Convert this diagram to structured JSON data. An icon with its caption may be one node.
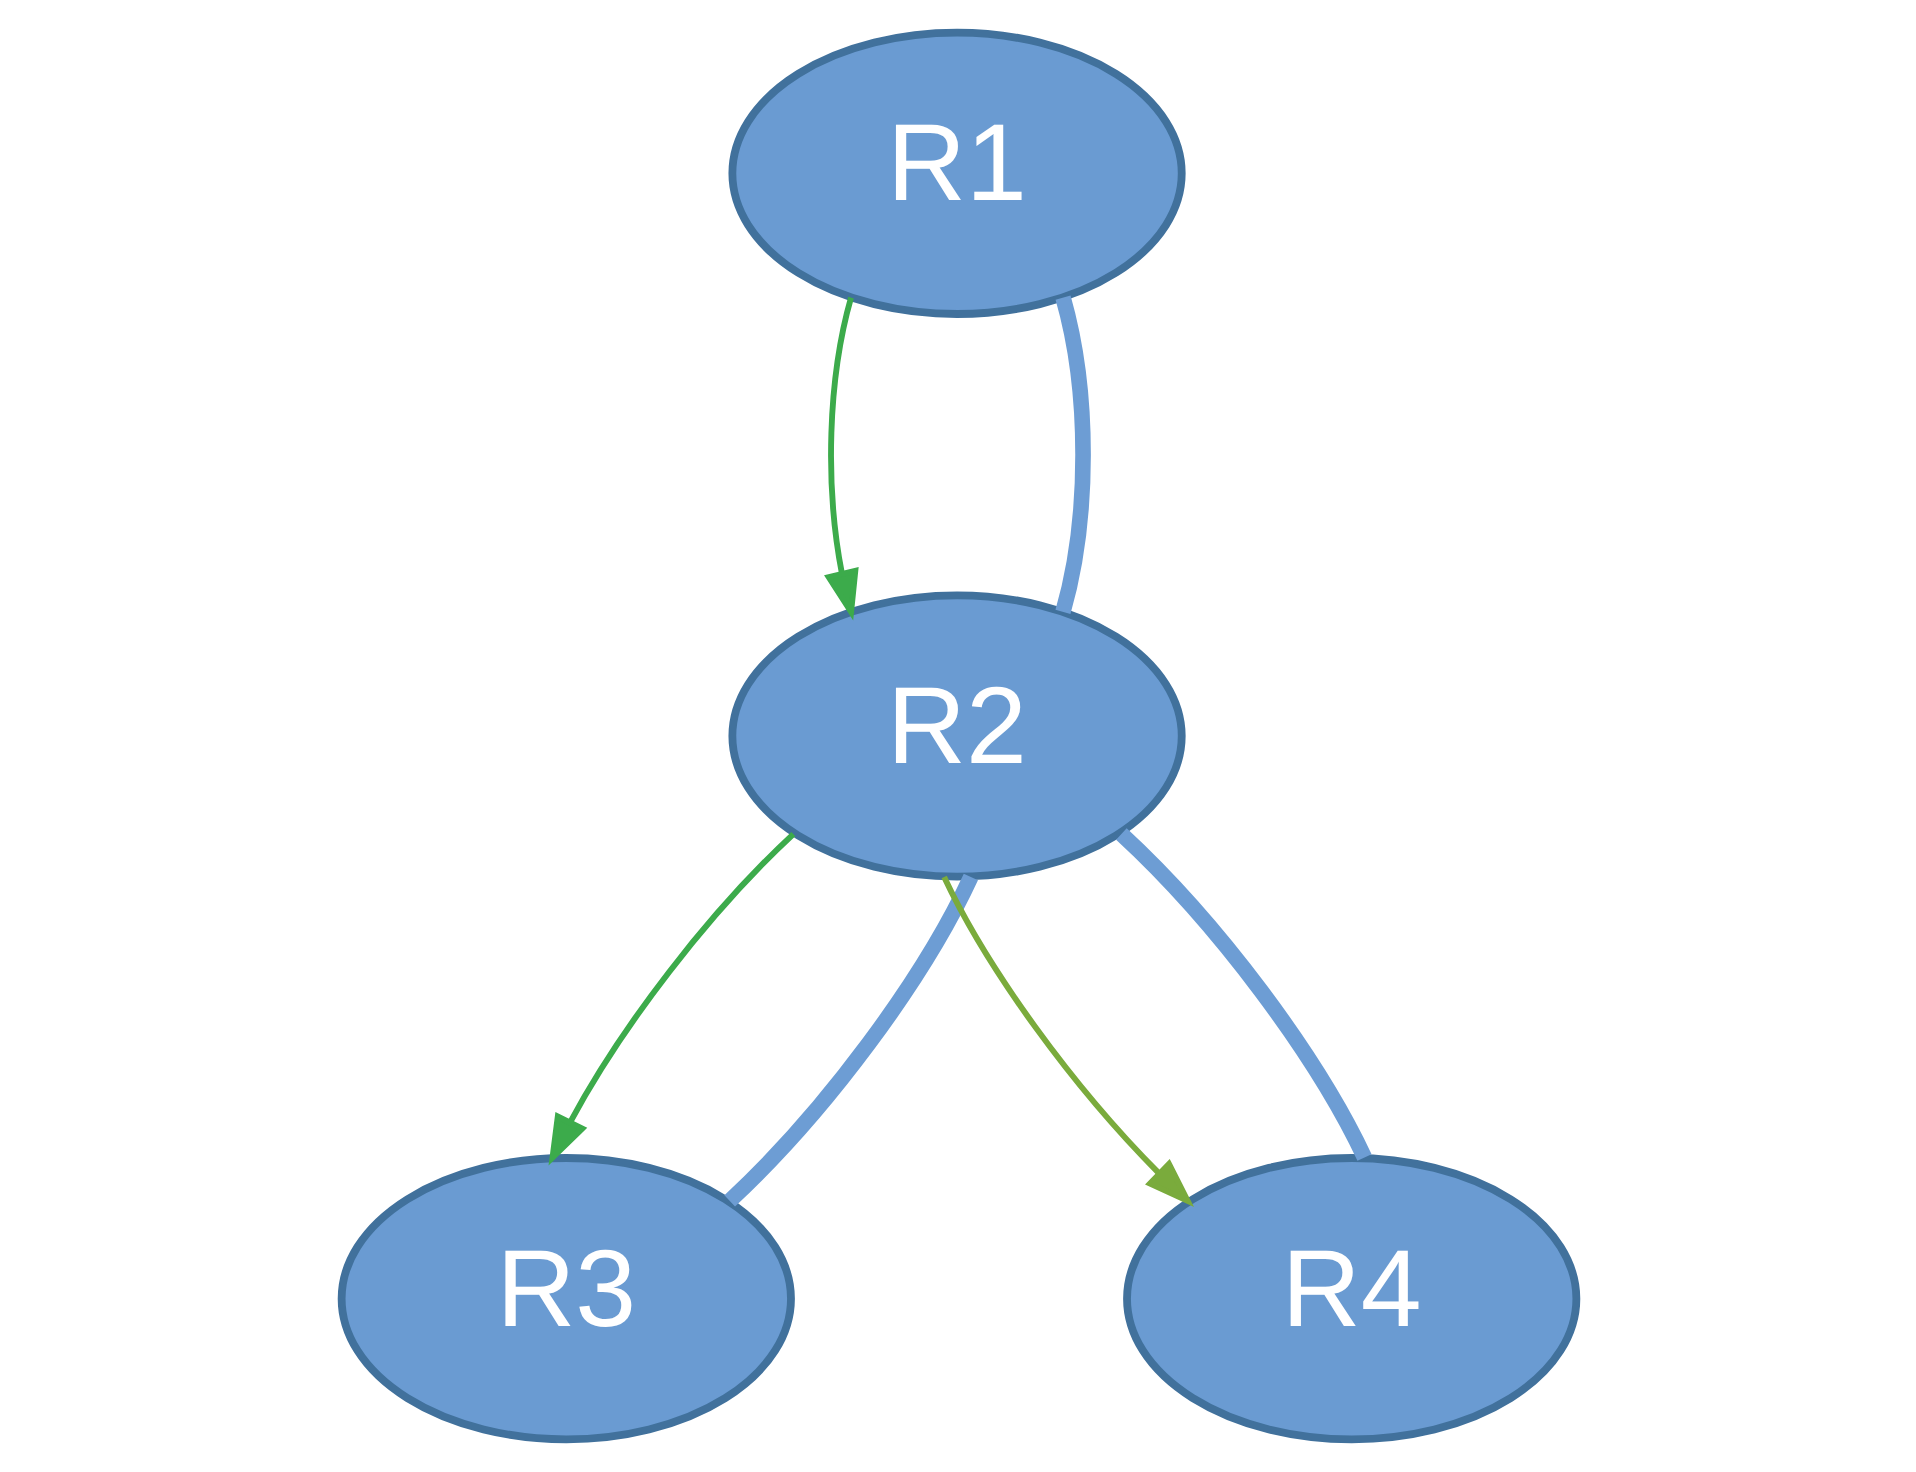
{
  "diagram": {
    "nodes": [
      {
        "text": [
          "R1"
        ]
      },
      {
        "text": [
          "R2"
        ]
      },
      {
        "text": [
          "R3"
        ]
      },
      {
        "text": [
          "R4"
        ]
      }
    ],
    "edges": [
      {
        "from": 0,
        "to": 1,
        "arrow": "to",
        "color": "#3cab4b"
      },
      {
        "from": 0,
        "to": 1,
        "arrow": "none",
        "style": "thick",
        "color": "#6d9dd4"
      },
      {
        "from": 1,
        "to": 2,
        "arrow": "to",
        "color": "#3cab4b"
      },
      {
        "from": 1,
        "to": 2,
        "arrow": "none",
        "style": "thick",
        "color": "#6d9dd4"
      },
      {
        "from": 1,
        "to": 3,
        "arrow": "to",
        "color": "#7aab3c"
      },
      {
        "from": 1,
        "to": 3,
        "arrow": "none",
        "style": "thick",
        "color": "#6d9dd4"
      }
    ]
  }
}
